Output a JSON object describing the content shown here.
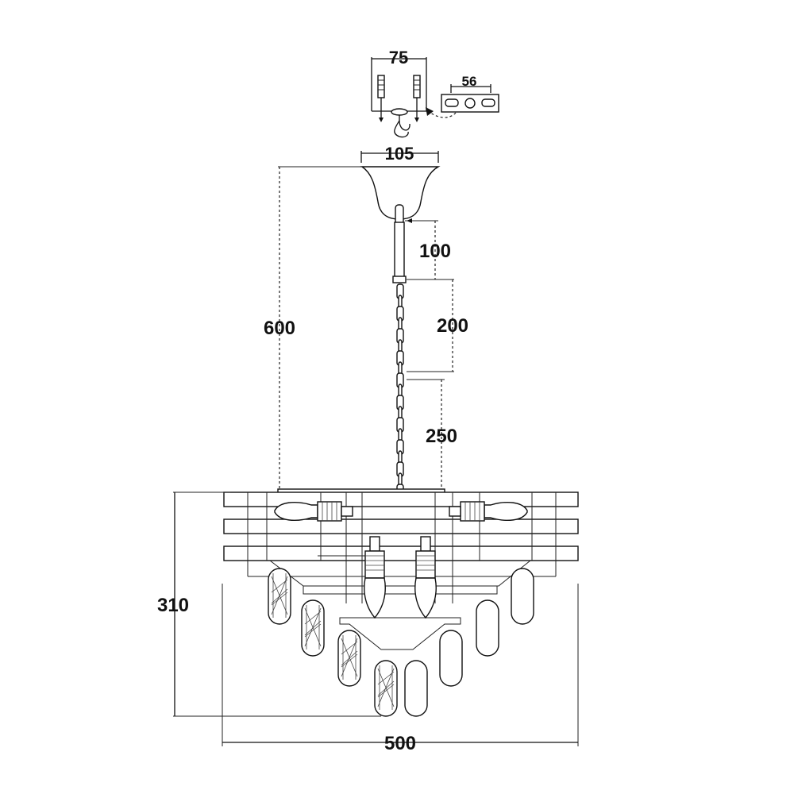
{
  "dimensions": {
    "bracket_width": "75",
    "plate_hole_spacing": "56",
    "canopy_diameter": "105",
    "rod_length": "100",
    "chain_upper": "200",
    "chain_lower": "250",
    "total_drop": "600",
    "body_height": "310",
    "body_width": "500"
  },
  "colors": {
    "line": "#111111",
    "background": "#ffffff"
  }
}
